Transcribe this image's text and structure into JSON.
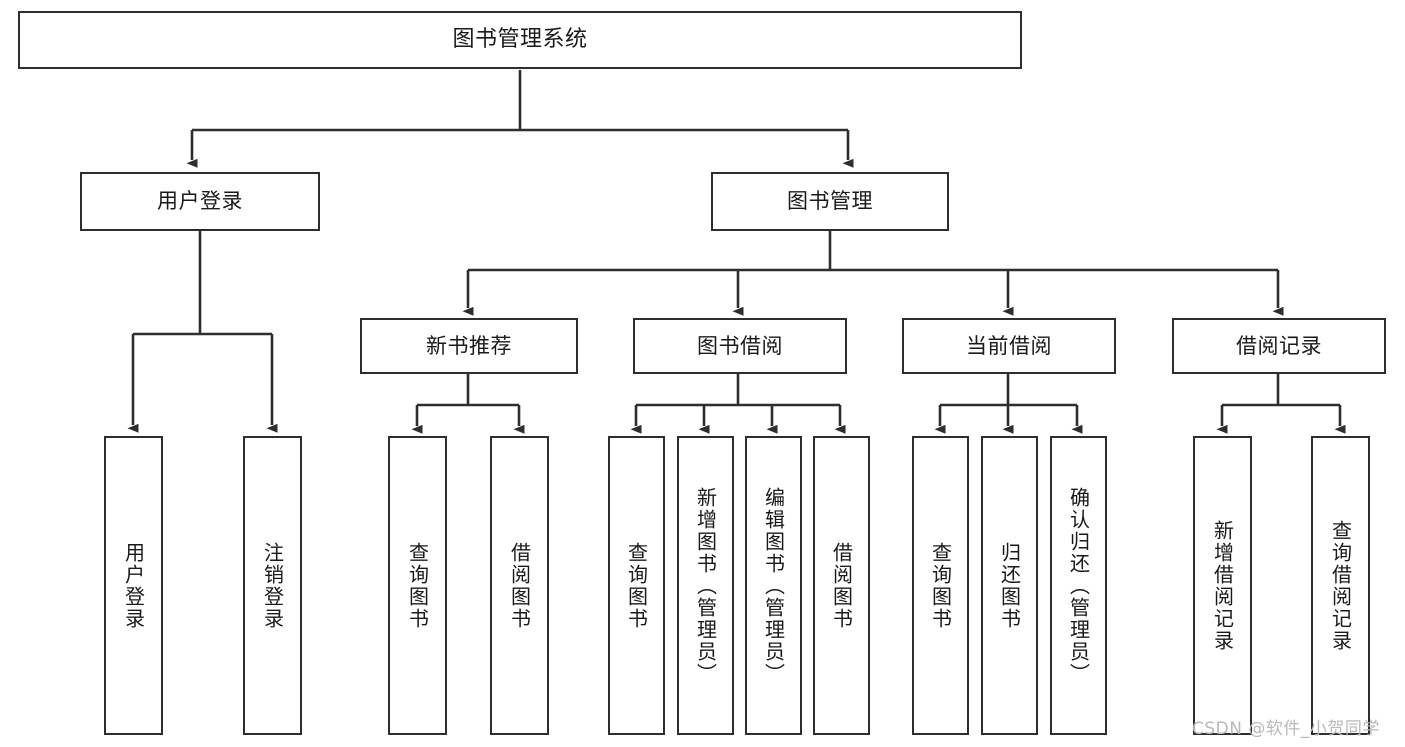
{
  "diagram": {
    "title": "图书管理系统",
    "watermark": "CSDN @软件_小贺同学",
    "colors": {
      "background": "#ffffff",
      "stroke": "#2e2e2e",
      "text": "#1a1a1a",
      "watermark": "#b9b9b9"
    },
    "nodes": {
      "root": {
        "label": "图书管理系统"
      },
      "level1": [
        {
          "id": "user-login",
          "label": "用户登录"
        },
        {
          "id": "book-management",
          "label": "图书管理"
        }
      ],
      "level2": [
        {
          "id": "new-book-recommend",
          "label": "新书推荐"
        },
        {
          "id": "book-borrow",
          "label": "图书借阅"
        },
        {
          "id": "current-borrow",
          "label": "当前借阅"
        },
        {
          "id": "borrow-record",
          "label": "借阅记录"
        }
      ],
      "leaves": {
        "user_login": [
          {
            "id": "leaf-user-login",
            "label": "用户登录"
          },
          {
            "id": "leaf-logout-login",
            "label": "注销登录"
          }
        ],
        "new_book_recommend": [
          {
            "id": "leaf-query-book-1",
            "label": "查询图书"
          },
          {
            "id": "leaf-borrow-book-1",
            "label": "借阅图书"
          }
        ],
        "book_borrow": [
          {
            "id": "leaf-query-book-2",
            "label": "查询图书"
          },
          {
            "id": "leaf-add-book",
            "label": "新增图书（管理员）"
          },
          {
            "id": "leaf-edit-book",
            "label": "编辑图书（管理员）"
          },
          {
            "id": "leaf-borrow-book-2",
            "label": "借阅图书"
          }
        ],
        "current_borrow": [
          {
            "id": "leaf-query-book-3",
            "label": "查询图书"
          },
          {
            "id": "leaf-return-book",
            "label": "归还图书"
          },
          {
            "id": "leaf-confirm-return",
            "label": "确认归还（管理员）"
          }
        ],
        "borrow_record": [
          {
            "id": "leaf-add-record",
            "label": "新增借阅记录"
          },
          {
            "id": "leaf-query-record",
            "label": "查询借阅记录"
          }
        ]
      }
    }
  }
}
